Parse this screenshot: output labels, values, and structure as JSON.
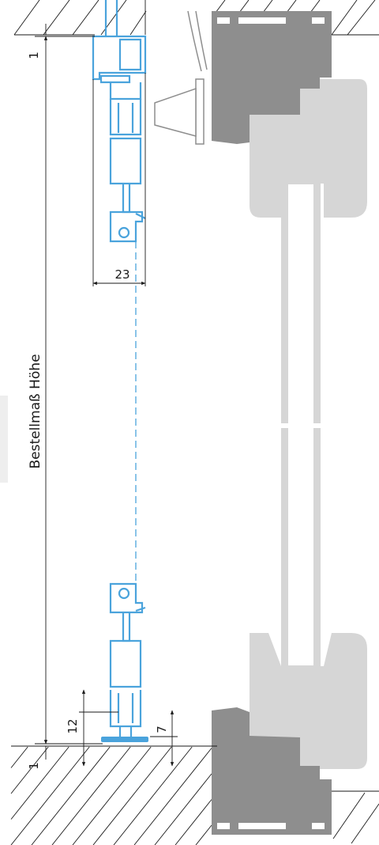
{
  "title": "",
  "dimensions": {
    "order_height_label": "Bestellmaß Höhe",
    "top_gap": "1",
    "bottom_gap": "1",
    "profile_depth": "23",
    "bottom_profile_height": "12",
    "floor_offset": "7"
  },
  "colors": {
    "insect_screen_profile": "#4aa3dc",
    "window_frame": "#d6d6d6",
    "wall_frame": "#8e8e8e",
    "dimension_lines": "#1a1a1a"
  }
}
